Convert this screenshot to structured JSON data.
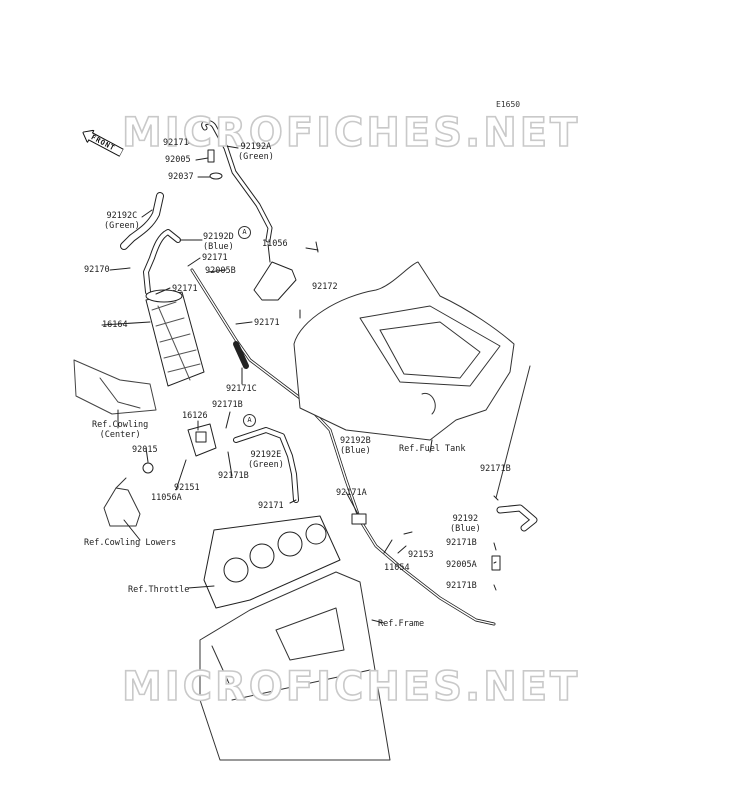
{
  "diagram": {
    "id": "E1650",
    "watermark": "MICROFICHES.NET",
    "front_label": "FRONT",
    "ref_marker": "A"
  },
  "labels": {
    "p92171_top": "92171",
    "p92192A": "92192A",
    "p92192A_color": "(Green)",
    "p92005": "92005",
    "p92037": "92037",
    "p92192C": "92192C",
    "p92192C_color": "(Green)",
    "p92192D": "92192D",
    "p92192D_color": "(Blue)",
    "p92171_d": "92171",
    "p11056": "11056",
    "p92170": "92170",
    "p92005B": "92005B",
    "p92172": "92172",
    "p92171_can": "92171",
    "p16164": "16164",
    "p92171_mid": "92171",
    "p92171C": "92171C",
    "ref_cowling_center": "Ref.Cowling\n(Center)",
    "p92171B_a": "92171B",
    "p16126": "16126",
    "p92015": "92015",
    "p92192E": "92192E",
    "p92192E_color": "(Green)",
    "p92171B_b": "92171B",
    "p92151": "92151",
    "p11056A": "11056A",
    "p92192B": "92192B",
    "p92192B_color": "(Blue)",
    "ref_fuel_tank": "Ref.Fuel Tank",
    "p92171A": "92171A",
    "p92171_low": "92171",
    "ref_cowling_lowers": "Ref.Cowling Lowers",
    "p92171B_r1": "92171B",
    "p92192": "92192",
    "p92192_color": "(Blue)",
    "p92153": "92153",
    "p92171B_r2": "92171B",
    "p11054": "11054",
    "p92005A": "92005A",
    "p92171B_r3": "92171B",
    "ref_throttle": "Ref.Throttle",
    "ref_frame": "Ref.Frame"
  }
}
